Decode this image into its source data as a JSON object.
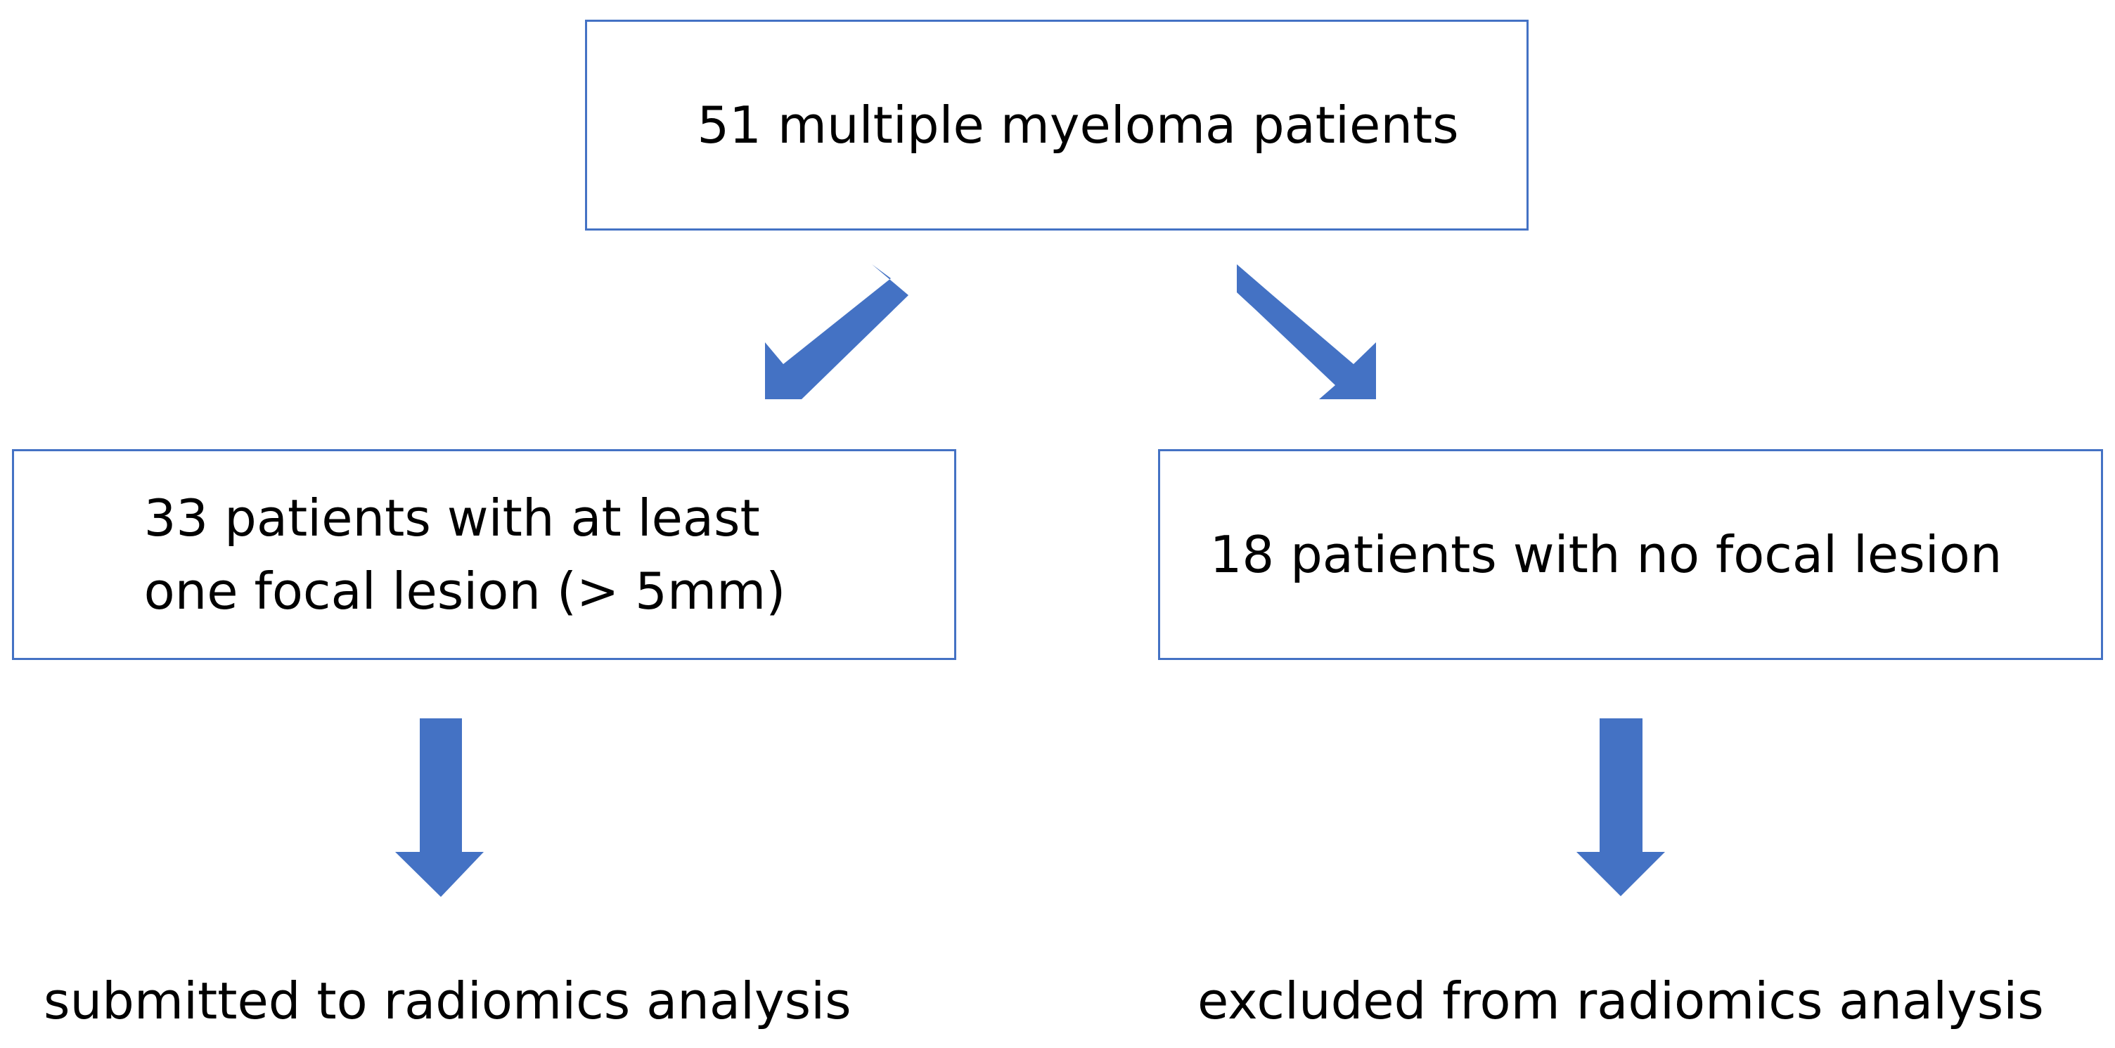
{
  "colors": {
    "accent": "#4472c4",
    "background": "#ffffff",
    "text": "#000000"
  },
  "top_box": {
    "text": "51 multiple myeloma patients"
  },
  "left_box": {
    "line1": "33 patients with at least",
    "line2": "one focal lesion (> 5mm)"
  },
  "right_box": {
    "text": "18 patients with no focal lesion"
  },
  "outcomes": {
    "left": "submitted to radiomics analysis",
    "right": "excluded from radiomics analysis"
  },
  "arrows": [
    {
      "from": "top_box",
      "to": "left_box",
      "icon": "arrow-down-left-icon"
    },
    {
      "from": "top_box",
      "to": "right_box",
      "icon": "arrow-down-right-icon"
    },
    {
      "from": "left_box",
      "to": "outcomes.left",
      "icon": "arrow-down-icon"
    },
    {
      "from": "right_box",
      "to": "outcomes.right",
      "icon": "arrow-down-icon"
    }
  ]
}
